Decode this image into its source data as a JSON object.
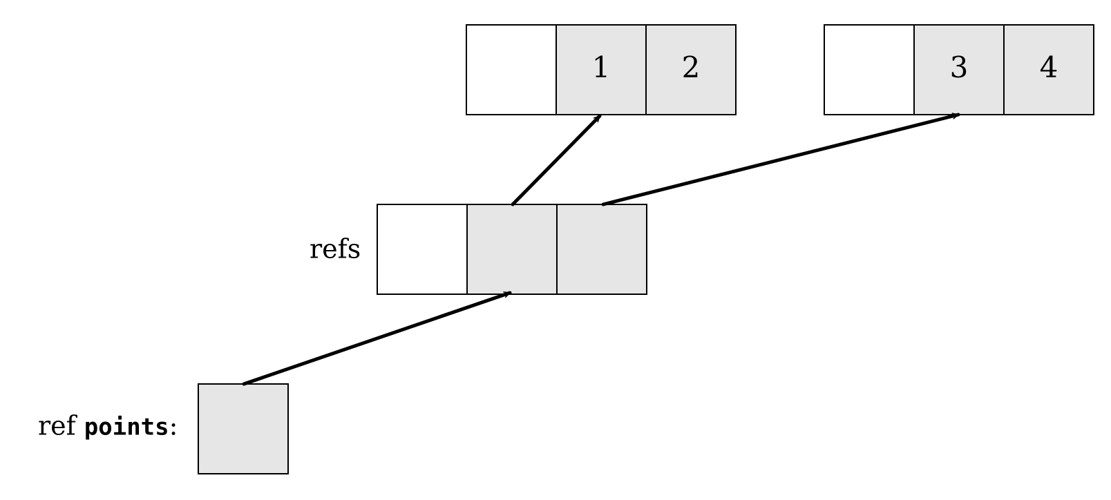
{
  "colors": {
    "shaded_cell": "#e6e6e6",
    "plain_cell": "#ffffff",
    "ink": "#000000"
  },
  "array_top_left": {
    "values": [
      "",
      "1",
      "2"
    ]
  },
  "array_top_right": {
    "values": [
      "",
      "3",
      "4"
    ]
  },
  "refs_array": {
    "label": "refs"
  },
  "ref_cell": {
    "label_prefix": "ref ",
    "label_code": "points",
    "label_suffix": ":"
  }
}
